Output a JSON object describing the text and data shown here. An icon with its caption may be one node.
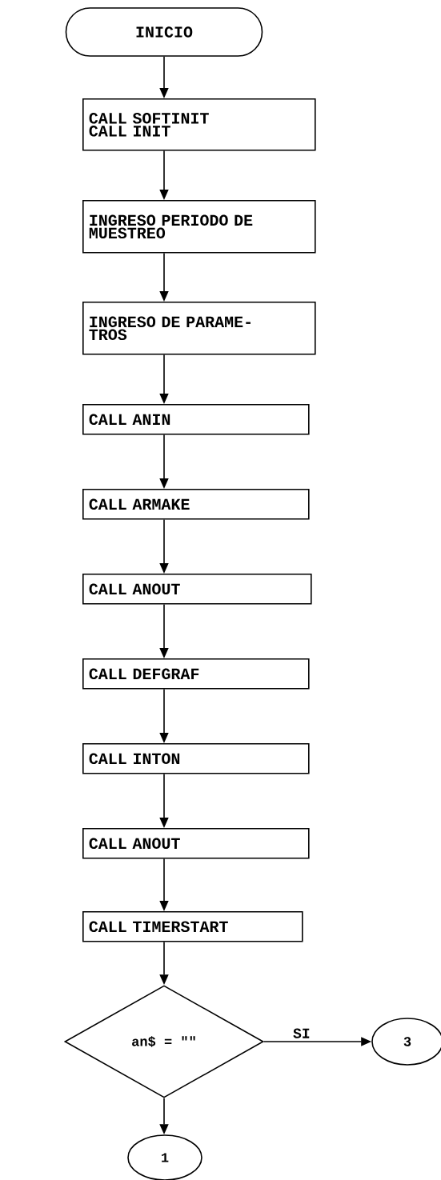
{
  "diagram": {
    "nodes": [
      {
        "text": [
          "INICIO"
        ]
      },
      {
        "text": [
          "CALL SOFTINIT CALL INIT"
        ]
      },
      {
        "text": [
          "INGRESO PERIODO DE MUESTREO"
        ]
      },
      {
        "text": [
          "INGRESO DE PARAME- TROS"
        ]
      },
      {
        "text": [
          "CALL ANIN"
        ]
      },
      {
        "text": [
          "CALL ARMAKE"
        ]
      },
      {
        "text": [
          "CALL ANOUT"
        ]
      },
      {
        "text": [
          "CALL DEFGRAF"
        ]
      },
      {
        "text": [
          "CALL INTON"
        ]
      },
      {
        "text": [
          "CALL ANOUT"
        ]
      },
      {
        "text": [
          "CALL TIMERSTART"
        ]
      },
      {
        "text": [
          "an$ = \"\""
        ]
      },
      {
        "text": [
          "3"
        ]
      },
      {
        "text": [
          "1"
        ]
      }
    ],
    "edges": [
      {
        "from": 0,
        "to": 1,
        "arrow": "to"
      },
      {
        "from": 1,
        "to": 2,
        "arrow": "to"
      },
      {
        "from": 2,
        "to": 3,
        "arrow": "to"
      },
      {
        "from": 3,
        "to": 4,
        "arrow": "to"
      },
      {
        "from": 4,
        "to": 5,
        "arrow": "to"
      },
      {
        "from": 5,
        "to": 6,
        "arrow": "to"
      },
      {
        "from": 6,
        "to": 7,
        "arrow": "to"
      },
      {
        "from": 7,
        "to": 8,
        "arrow": "to"
      },
      {
        "from": 8,
        "to": 9,
        "arrow": "to"
      },
      {
        "from": 9,
        "to": 10,
        "arrow": "to"
      },
      {
        "from": 10,
        "to": 11,
        "arrow": "to"
      },
      {
        "from": 11,
        "to": 12,
        "arrow": "to",
        "label": "SI"
      },
      {
        "from": 11,
        "to": 13,
        "arrow": "to"
      }
    ]
  }
}
